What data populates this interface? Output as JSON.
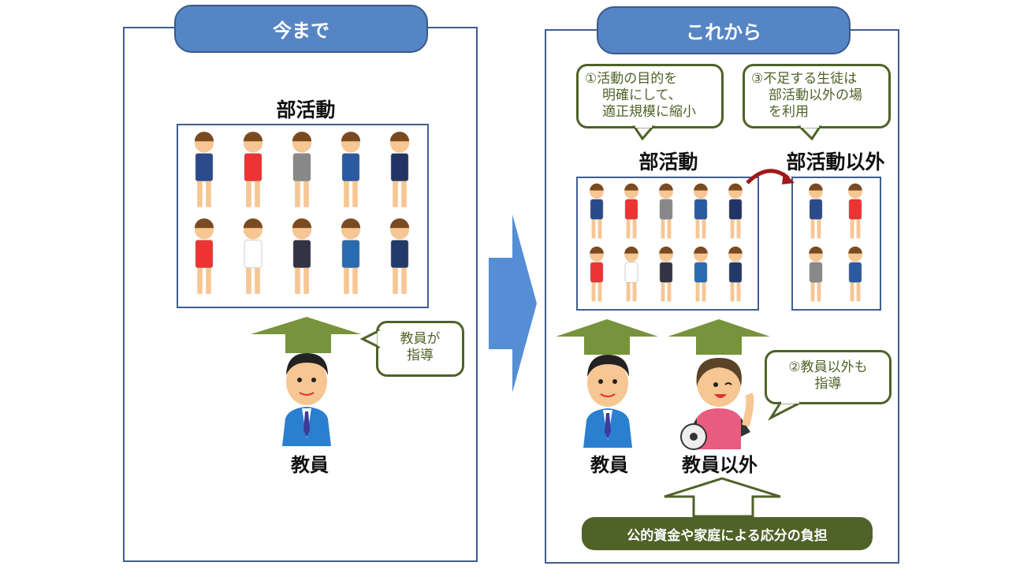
{
  "left": {
    "header": "今まで",
    "club_title": "部活動",
    "callout": [
      "教員が",
      "指導"
    ],
    "teacher_label": "教員"
  },
  "right": {
    "header": "これから",
    "club_title": "部活動",
    "other_title": "部活動以外",
    "callout1": [
      "①活動の目的を",
      "明確にして、",
      "適正規模に縮小"
    ],
    "callout3": [
      "③不足する生徒は",
      "部活動以外の場",
      "を利用"
    ],
    "callout2": [
      "②教員以外も",
      "指導"
    ],
    "teacher_label": "教員",
    "non_teacher_label": "教員以外",
    "funding": "公的資金や家庭による応分の負担"
  },
  "colors": {
    "panel_border": "#3f5f8f",
    "header_fill": "#5585c5",
    "arrow_green": "#77933c",
    "callout_green": "#4f6228",
    "big_arrow_blue": "#558ed5"
  }
}
